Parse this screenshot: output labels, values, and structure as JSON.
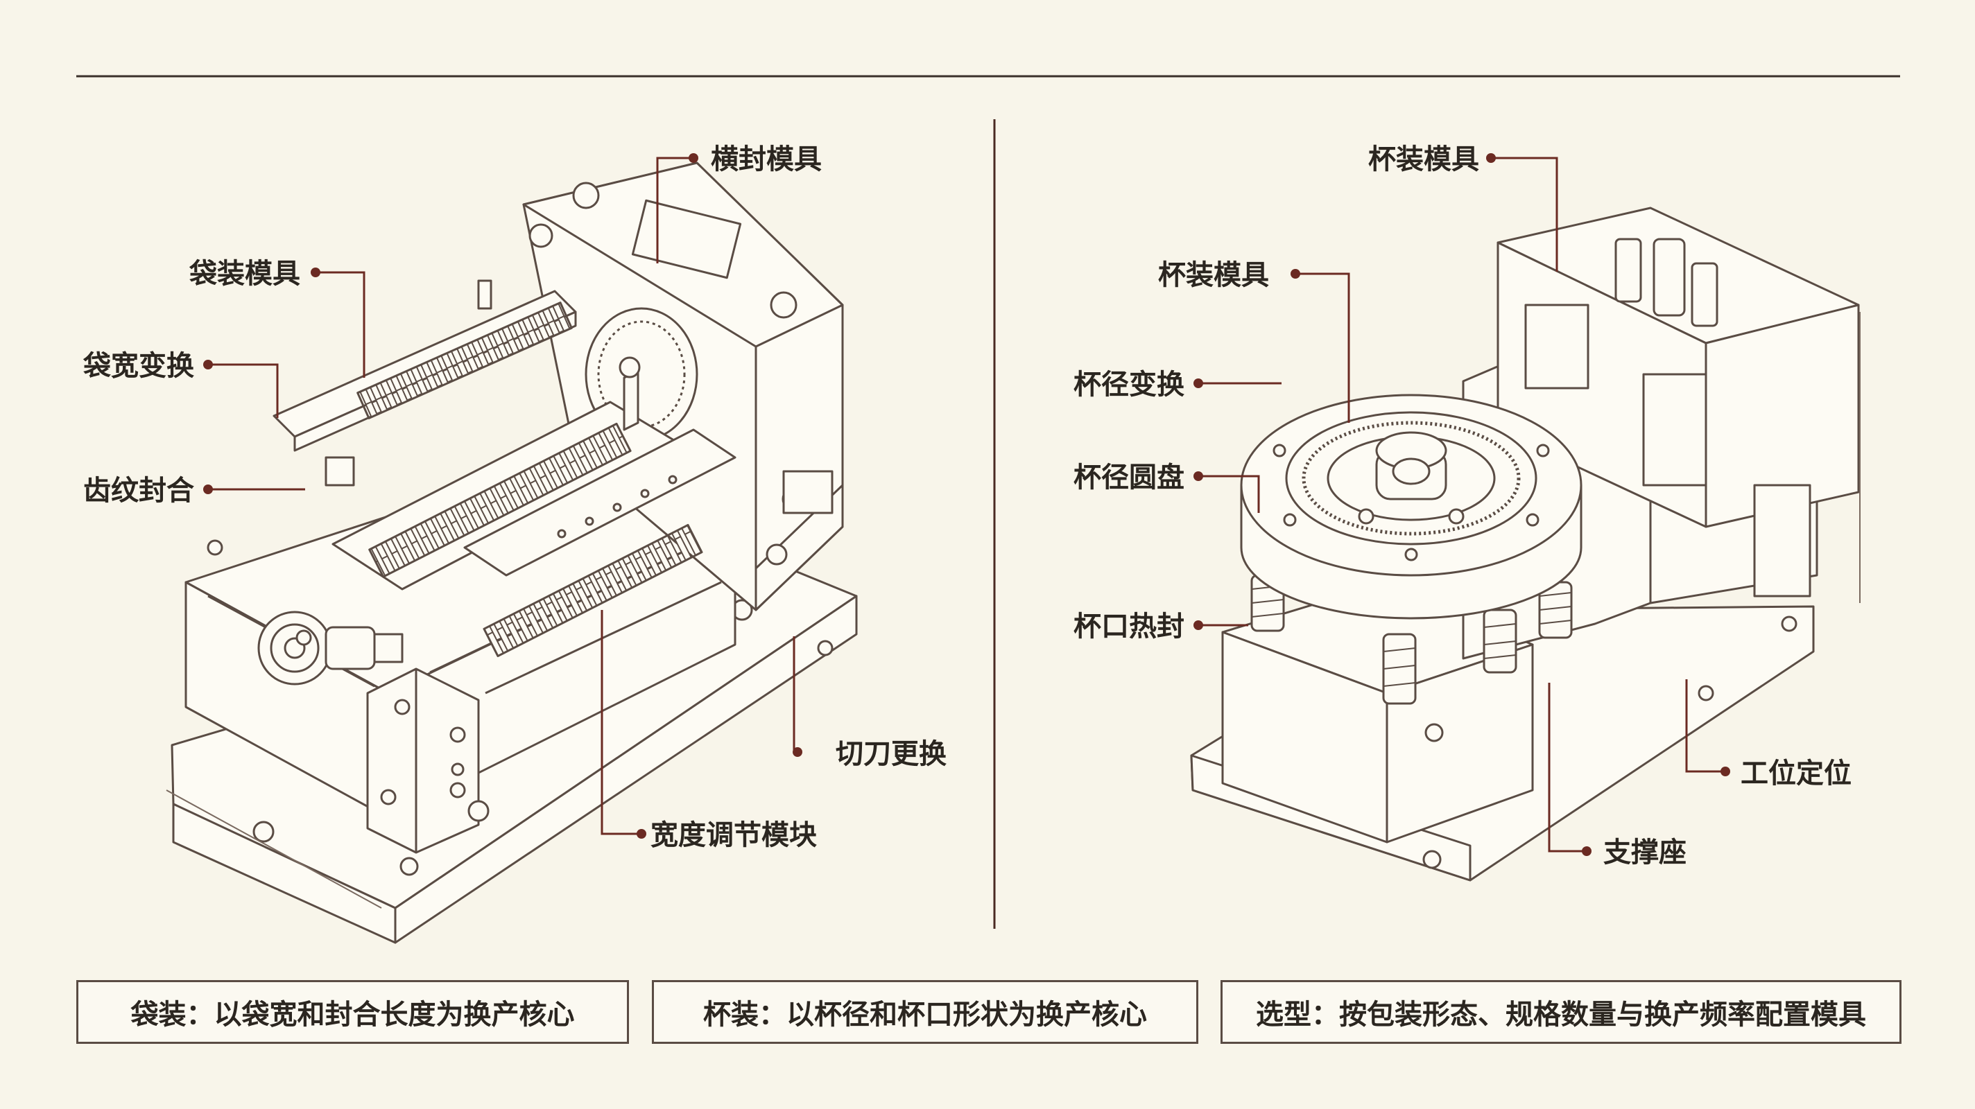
{
  "left_labels": {
    "bag_mold": "袋装模具",
    "bag_width_change": "袋宽变换",
    "serrated_seal": "齿纹封合",
    "cross_seal_mold": "横封模具",
    "cutter_change": "切刀更换",
    "width_adjust_module": "宽度调节模块"
  },
  "right_labels": {
    "cup_mold_top": "杯装模具",
    "cup_mold": "杯装模具",
    "cup_diameter_change": "杯径变换",
    "cup_diameter_disc": "杯径圆盘",
    "cup_rim_heat_seal": "杯口热封",
    "station_positioning": "工位定位",
    "support_base": "支撑座"
  },
  "captions": {
    "bag": "袋装：以袋宽和封合长度为换产核心",
    "cup": "杯装：以杯径和杯口形状为换产核心",
    "selection": "选型：按包装形态、规格数量与换产频率配置模具"
  },
  "colors": {
    "background": "#f8f5ea",
    "line": "#5a4c44",
    "leader": "#6b2a22",
    "text": "#2b2620"
  }
}
